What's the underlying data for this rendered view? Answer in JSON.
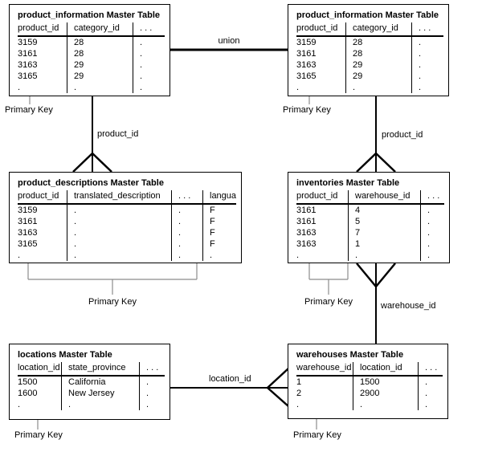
{
  "tables": [
    {
      "id": "product_information_left",
      "title": "product_information Master Table",
      "columns": [
        "product_id",
        "category_id",
        ". . ."
      ],
      "rows": [
        [
          "3159",
          "28",
          "."
        ],
        [
          "3161",
          "28",
          "."
        ],
        [
          "3163",
          "29",
          "."
        ],
        [
          "3165",
          "29",
          "."
        ],
        [
          ".",
          ".",
          "."
        ]
      ],
      "primary_key": "Primary Key"
    },
    {
      "id": "product_information_right",
      "title": "product_information Master Table",
      "columns": [
        "product_id",
        "category_id",
        ". . ."
      ],
      "rows": [
        [
          "3159",
          "28",
          "."
        ],
        [
          "3161",
          "28",
          "."
        ],
        [
          "3163",
          "29",
          "."
        ],
        [
          "3165",
          "29",
          "."
        ],
        [
          ".",
          ".",
          "."
        ]
      ],
      "primary_key": "Primary Key"
    },
    {
      "id": "product_descriptions",
      "title": "product_descriptions Master Table",
      "columns": [
        "product_id",
        "translated_description",
        ". . .",
        "language_id"
      ],
      "rows": [
        [
          "3159",
          ".",
          ".",
          "F"
        ],
        [
          "3161",
          ".",
          ".",
          "F"
        ],
        [
          "3163",
          ".",
          ".",
          "F"
        ],
        [
          "3165",
          ".",
          ".",
          "F"
        ],
        [
          ".",
          ".",
          ".",
          "."
        ]
      ],
      "primary_key": "Primary Key"
    },
    {
      "id": "inventories",
      "title": "inventories Master Table",
      "columns": [
        "product_id",
        "warehouse_id",
        ". . ."
      ],
      "rows": [
        [
          "3161",
          "4",
          "."
        ],
        [
          "3161",
          "5",
          "."
        ],
        [
          "3163",
          "7",
          "."
        ],
        [
          "3163",
          "1",
          "."
        ],
        [
          ".",
          ".",
          "."
        ]
      ],
      "primary_key": "Primary Key"
    },
    {
      "id": "locations",
      "title": "locations Master Table",
      "columns": [
        "location_id",
        "state_province",
        ". . ."
      ],
      "rows": [
        [
          "1500",
          "California",
          "."
        ],
        [
          "1600",
          "New Jersey",
          "."
        ],
        [
          ".",
          ".",
          "."
        ]
      ],
      "primary_key": "Primary Key"
    },
    {
      "id": "warehouses",
      "title": "warehouses Master Table",
      "columns": [
        "warehouse_id",
        "location_id",
        ". . ."
      ],
      "rows": [
        [
          "1",
          "1500",
          "."
        ],
        [
          "2",
          "2900",
          "."
        ],
        [
          ".",
          ".",
          "."
        ]
      ],
      "primary_key": "Primary Key"
    }
  ],
  "connector_labels": {
    "union": "union",
    "product_id_left": "product_id",
    "product_id_right": "product_id",
    "warehouse_id": "warehouse_id",
    "location_id": "location_id"
  },
  "colors": {
    "line": "#000000",
    "pointer_line": "#8c8c8c",
    "background": "#ffffff",
    "text": "#000000"
  }
}
